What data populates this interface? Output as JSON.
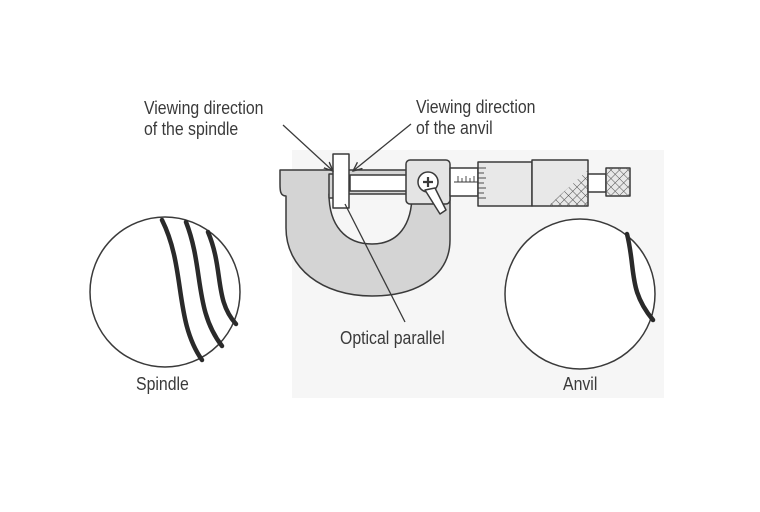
{
  "labels": {
    "viewing_spindle_line1": "Viewing direction",
    "viewing_spindle_line2": "of the spindle",
    "viewing_anvil_line1": "Viewing direction",
    "viewing_anvil_line2": "of the anvil",
    "optical_parallel": "Optical parallel",
    "spindle": "Spindle",
    "anvil": "Anvil"
  },
  "colors": {
    "frame_fill": "#d4d4d4",
    "outline": "#3a3a3a",
    "fringe": "#2a2a2a",
    "panel_bg": "#f6f6f6",
    "text": "#3a3a3a"
  },
  "icons": {
    "micrometer": "micrometer-drawing",
    "spindle_view": "interference-fringes-circle",
    "anvil_view": "interference-fringe-circle"
  }
}
